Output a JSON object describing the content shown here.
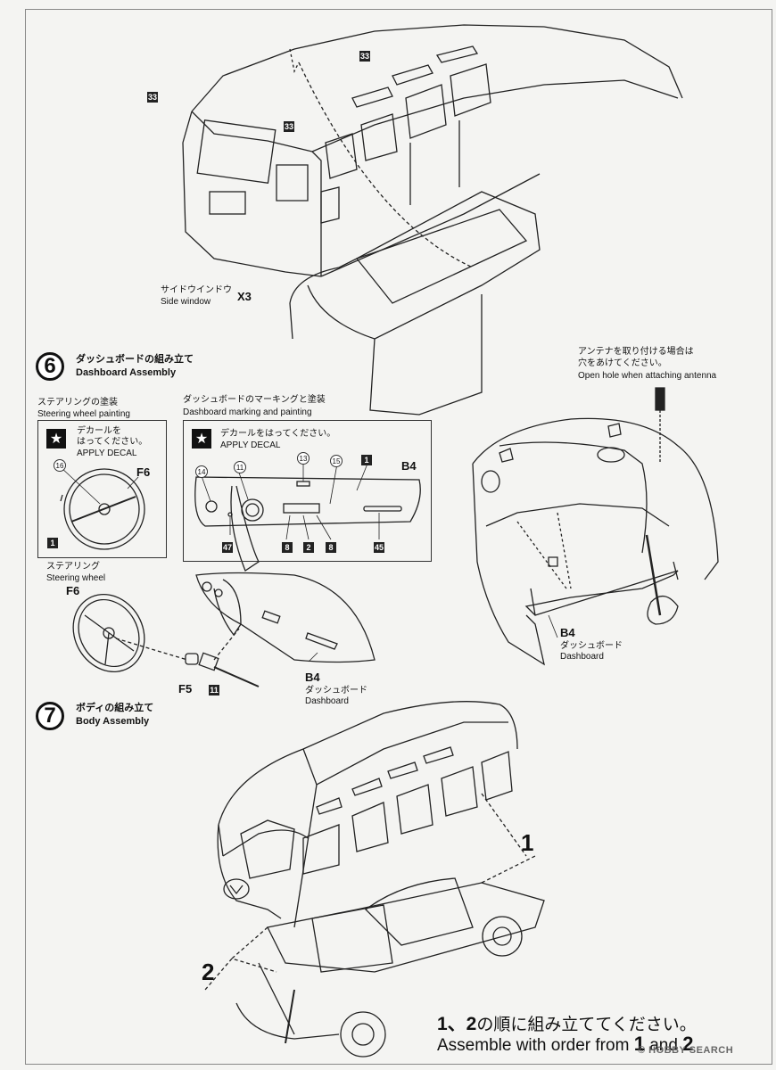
{
  "top": {
    "part_33": "33",
    "side_window_jp": "サイドウインドウ",
    "side_window_en": "Side window",
    "side_window_qty": "X3"
  },
  "step6": {
    "number": "6",
    "title_jp": "ダッシュボードの組み立て",
    "title_en": "Dashboard Assembly",
    "steering_paint_jp": "ステアリングの塗装",
    "steering_paint_en": "Steering wheel painting",
    "dash_mark_jp": "ダッシュボードのマーキングと塗装",
    "dash_mark_en": "Dashboard marking and painting",
    "decal_jp_short_1": "デカールを",
    "decal_jp_short_2": "はってください。",
    "decal_en": "APPLY DECAL",
    "decal_jp_long": "デカールをはってください。",
    "steering_callouts": {
      "circle_16": "16",
      "part": "F6",
      "paint_1": "1"
    },
    "dash_callouts": {
      "circle_14": "14",
      "circle_11": "11",
      "circle_13": "13",
      "circle_15": "15",
      "paint_1": "1",
      "part": "B4",
      "paint_47": "47",
      "paint_8a": "8",
      "paint_2": "2",
      "paint_8b": "8",
      "paint_45": "45"
    },
    "steering_wheel_jp": "ステアリング",
    "steering_wheel_en": "Steering wheel",
    "steering_part": "F6",
    "column_part": "F5",
    "column_paint": "11",
    "dashboard_part": "B4",
    "dashboard_jp": "ダッシュボード",
    "dashboard_en": "Dashboard",
    "antenna_jp_1": "アンテナを取り付ける場合は",
    "antenna_jp_2": "穴をあけてください。",
    "antenna_en": "Open hole when attaching antenna",
    "interior_part": "B4",
    "interior_jp": "ダッシュボード",
    "interior_en": "Dashboard"
  },
  "step7": {
    "number": "7",
    "title_jp": "ボディの組み立て",
    "title_en": "Body Assembly",
    "assy_1": "1",
    "assy_2": "2"
  },
  "footer": {
    "jp_prefix": "1、2",
    "jp_text": "の順に組み立ててください。",
    "en_text": "Assemble with order from",
    "en_num1": "1",
    "en_and": "and",
    "en_num2": "2"
  },
  "watermark": "© HOBBY SEARCH"
}
